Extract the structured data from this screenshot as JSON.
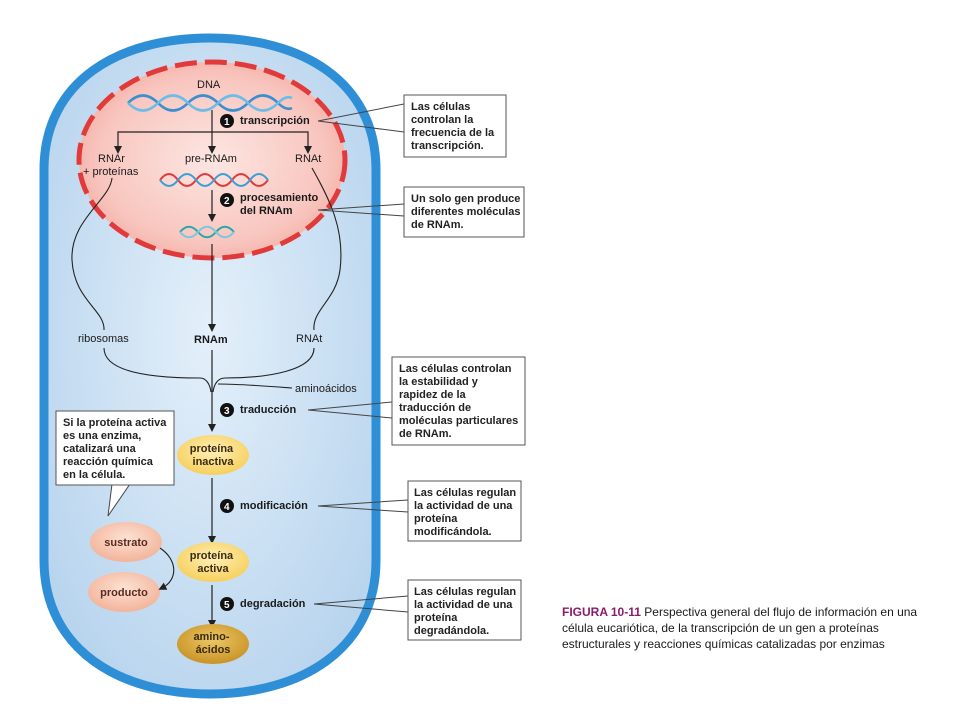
{
  "diagram": {
    "dna_label": "DNA",
    "steps": [
      {
        "number": "1",
        "label": "transcripción"
      },
      {
        "number": "2",
        "label_lines": [
          "procesamiento",
          "del RNAm"
        ]
      },
      {
        "number": "3",
        "label": "traducción"
      },
      {
        "number": "4",
        "label": "modificación"
      },
      {
        "number": "5",
        "label": "degradación"
      }
    ],
    "products": {
      "rnar_lines": [
        "RNAr",
        "+ proteínas"
      ],
      "pre_rnam": "pre-RNAm",
      "rnat_top": "RNAt"
    },
    "labels": {
      "ribosomas": "ribosomas",
      "rnam": "RNAm",
      "rnat": "RNAt",
      "aminoacidos": "aminoácidos"
    },
    "blobs": {
      "proteina_inactiva": [
        "proteína",
        "inactiva"
      ],
      "proteina_activa": [
        "proteína",
        "activa"
      ],
      "amino_acidos": [
        "amino-",
        "ácidos"
      ],
      "sustrato": "sustrato",
      "producto": "producto"
    },
    "notes": {
      "transcripcion": [
        "Las células",
        "controlan la",
        "frecuencia de la",
        "transcripción."
      ],
      "procesamiento": [
        "Un solo gen produce",
        "diferentes moléculas",
        "de RNAm."
      ],
      "traduccion": [
        "Las células controlan",
        "la estabilidad y",
        "rapidez de la",
        "traducción de",
        "moléculas particulares",
        "de RNAm."
      ],
      "enzima": [
        "Si la proteína activa",
        "es una enzima,",
        "catalizará una",
        "reacción química",
        "en la célula."
      ],
      "modificacion": [
        "Las células regulan",
        "la actividad de una",
        "proteína",
        "modificándola."
      ],
      "degradacion": [
        "Las células regulan",
        "la actividad de una",
        "proteína",
        "degradándola."
      ]
    },
    "colors": {
      "cell_border": "#2f8fd6",
      "cytoplasm": "#cfe3f4",
      "nucleus": "#f6b8b0",
      "nucleus_border": "#e23a3a",
      "blob_yellow": "#fbd978",
      "blob_pink": "#f6c0a8",
      "blob_amino": "#d8a83a"
    }
  },
  "caption": {
    "figure_label": "FIGURA 10-11",
    "text": "Perspectiva general del flujo de información en una célula eucariótica, de la transcripción de un gen a proteínas estructurales y reacciones químicas catalizadas por enzimas"
  }
}
